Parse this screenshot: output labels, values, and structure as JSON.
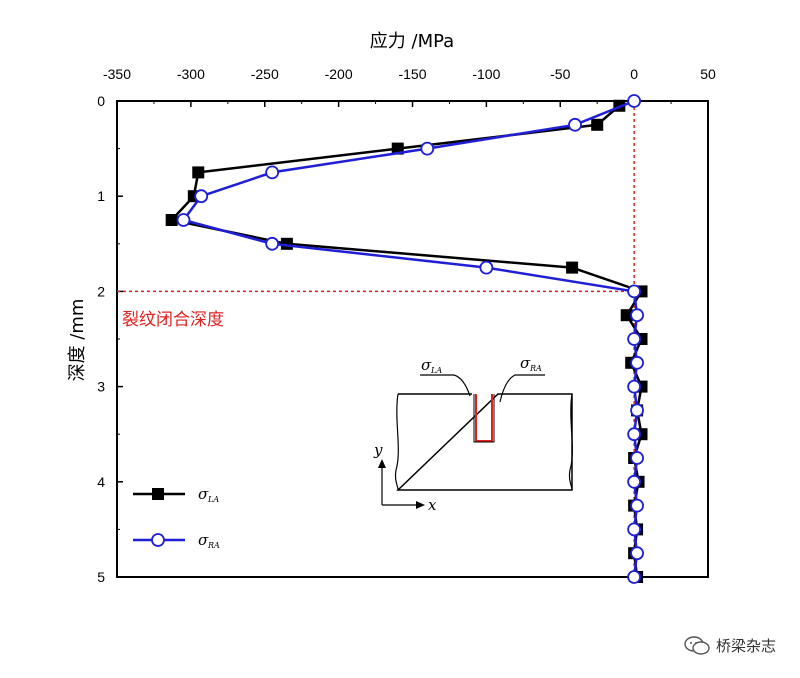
{
  "chart_data": {
    "type": "line",
    "xlabel": "应力 /MPa",
    "ylabel": "深度 /mm",
    "xlim": [
      -350,
      50
    ],
    "ylim": [
      0,
      5
    ],
    "x_ticks": [
      "-350",
      "-300",
      "-250",
      "-200",
      "-150",
      "-100",
      "-50",
      "0",
      "50"
    ],
    "y_ticks": [
      "0",
      "1",
      "2",
      "3",
      "4",
      "5"
    ],
    "x_tick_values": [
      -350,
      -300,
      -250,
      -200,
      -150,
      -100,
      -50,
      0,
      50
    ],
    "y_tick_values": [
      0,
      1,
      2,
      3,
      4,
      5
    ],
    "axis_position": "top",
    "series": [
      {
        "name": "σLA",
        "marker": "filled-square",
        "color": "#000000",
        "points": [
          {
            "x": -10,
            "y": 0.05
          },
          {
            "x": -25,
            "y": 0.25
          },
          {
            "x": -160,
            "y": 0.5
          },
          {
            "x": -295,
            "y": 0.75
          },
          {
            "x": -298,
            "y": 1.0
          },
          {
            "x": -313,
            "y": 1.25
          },
          {
            "x": -235,
            "y": 1.5
          },
          {
            "x": -42,
            "y": 1.75
          },
          {
            "x": 5,
            "y": 2.0
          },
          {
            "x": -5,
            "y": 2.25
          },
          {
            "x": 5,
            "y": 2.5
          },
          {
            "x": -2,
            "y": 2.75
          },
          {
            "x": 5,
            "y": 3.0
          },
          {
            "x": 2,
            "y": 3.25
          },
          {
            "x": 5,
            "y": 3.5
          },
          {
            "x": 0,
            "y": 3.75
          },
          {
            "x": 3,
            "y": 4.0
          },
          {
            "x": 0,
            "y": 4.25
          },
          {
            "x": 2,
            "y": 4.5
          },
          {
            "x": 0,
            "y": 4.75
          },
          {
            "x": 2,
            "y": 5.0
          }
        ]
      },
      {
        "name": "σRA",
        "marker": "open-circle",
        "color": "#1f1fd6",
        "points": [
          {
            "x": 0,
            "y": 0.0
          },
          {
            "x": -40,
            "y": 0.25
          },
          {
            "x": -140,
            "y": 0.5
          },
          {
            "x": -245,
            "y": 0.75
          },
          {
            "x": -293,
            "y": 1.0
          },
          {
            "x": -305,
            "y": 1.25
          },
          {
            "x": -245,
            "y": 1.5
          },
          {
            "x": -100,
            "y": 1.75
          },
          {
            "x": 0,
            "y": 2.0
          },
          {
            "x": 2,
            "y": 2.25
          },
          {
            "x": 0,
            "y": 2.5
          },
          {
            "x": 2,
            "y": 2.75
          },
          {
            "x": 0,
            "y": 3.0
          },
          {
            "x": 2,
            "y": 3.25
          },
          {
            "x": 0,
            "y": 3.5
          },
          {
            "x": 2,
            "y": 3.75
          },
          {
            "x": 0,
            "y": 4.0
          },
          {
            "x": 2,
            "y": 4.25
          },
          {
            "x": 0,
            "y": 4.5
          },
          {
            "x": 2,
            "y": 4.75
          },
          {
            "x": 0,
            "y": 5.0
          }
        ]
      }
    ],
    "reference_lines": {
      "vertical_x": 0,
      "horizontal_y": 2,
      "color": "#e02020",
      "style": "dotted"
    },
    "annotation": "裂纹闭合深度",
    "legend": {
      "placement": "bottom-left",
      "entries": [
        {
          "symbol": "σ",
          "subscript": "LA"
        },
        {
          "symbol": "σ",
          "subscript": "RA"
        }
      ]
    },
    "inset": {
      "label_left": {
        "symbol": "σ",
        "subscript": "LA"
      },
      "label_right": {
        "symbol": "σ",
        "subscript": "RA"
      },
      "axis_x": "x",
      "axis_y": "y",
      "notch_color": "#e02020"
    }
  },
  "watermark": {
    "text": "桥梁杂志",
    "icon": "wechat-icon"
  }
}
